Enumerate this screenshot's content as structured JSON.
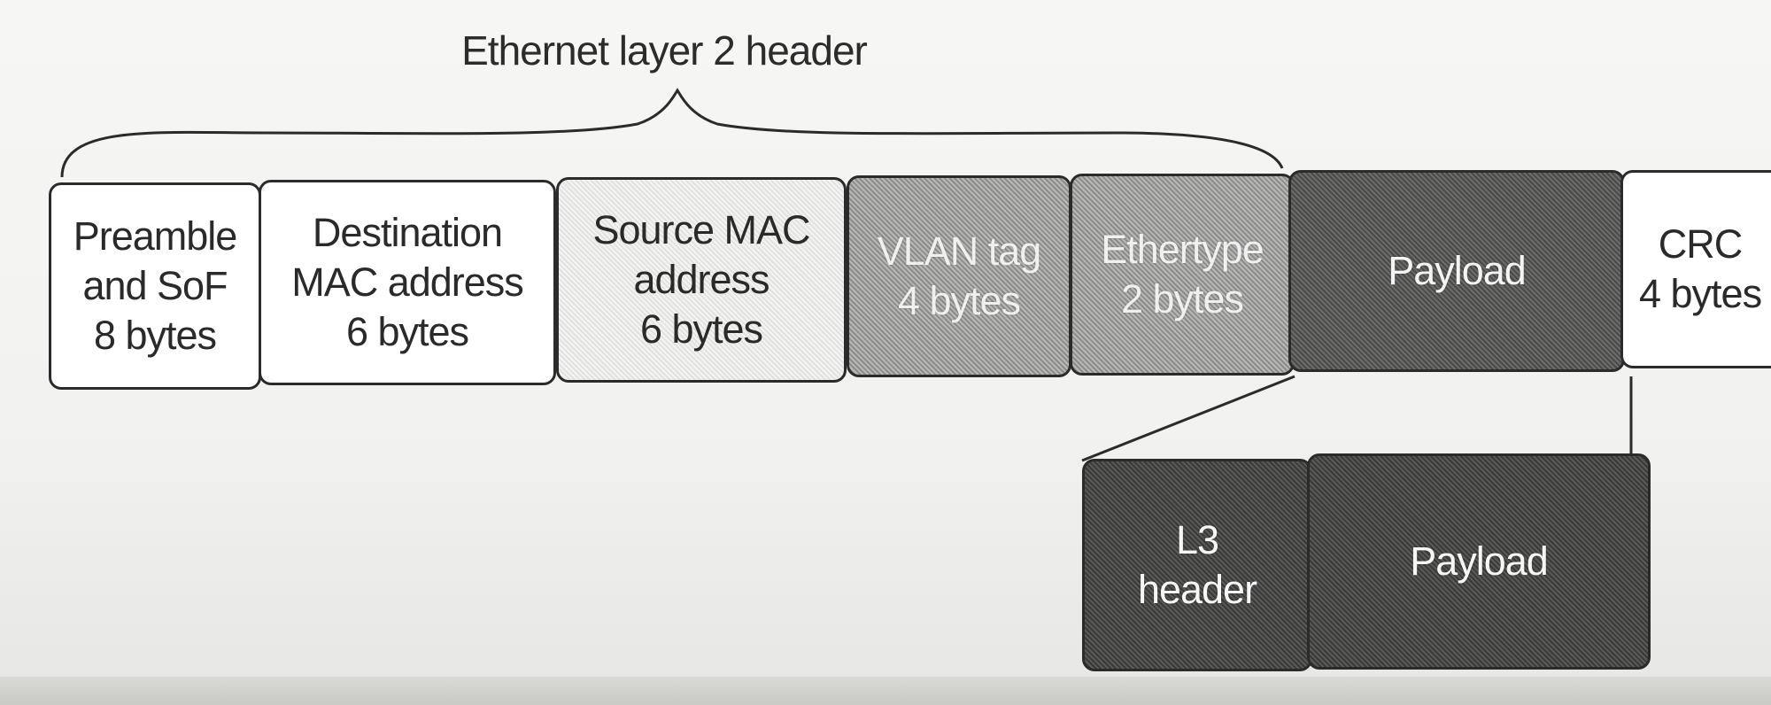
{
  "title": "Ethernet layer 2 header",
  "frame": {
    "preamble": "Preamble\nand SoF\n8 bytes",
    "destination": "Destination\nMAC address\n6 bytes",
    "source": "Source MAC\naddress\n6 bytes",
    "vlan": "VLAN tag\n4 bytes",
    "ethertype": "Ethertype\n2 bytes",
    "payload": "Payload",
    "crc": "CRC\n4 bytes"
  },
  "payload_detail": {
    "l3_header": "L3\nheader",
    "payload": "Payload"
  }
}
